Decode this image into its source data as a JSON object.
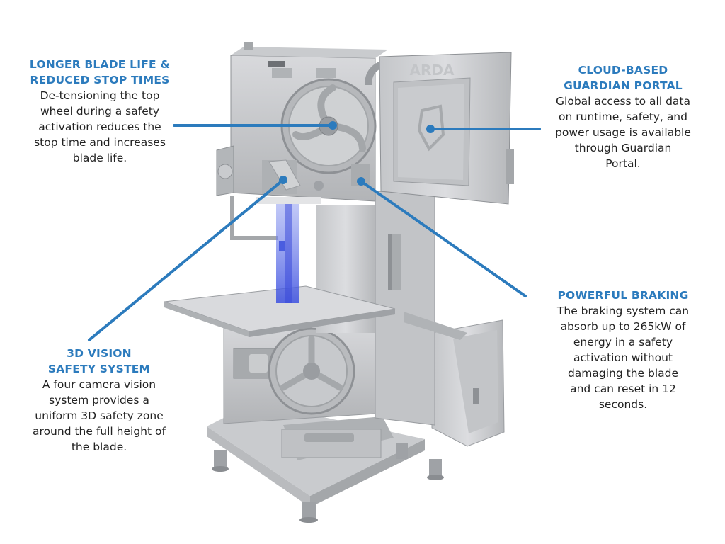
{
  "callouts": {
    "blade_life": {
      "title_line1": "LONGER BLADE LIFE &",
      "title_line2": "REDUCED STOP TIMES",
      "body": [
        "De-tensioning the top",
        "wheel during a safety",
        "activation reduces the",
        "stop time and increases",
        "blade life."
      ]
    },
    "guardian_portal": {
      "title_line1": "CLOUD-BASED",
      "title_line2": "GUARDIAN PORTAL",
      "body": [
        "Global access to all data",
        "on runtime, safety, and",
        "power usage is available",
        "through Guardian",
        "Portal."
      ]
    },
    "braking": {
      "title_line1": "POWERFUL BRAKING",
      "body": [
        "The braking system can",
        "absorb up to 265kW of",
        "energy in a safety",
        "activation without",
        "damaging the blade",
        "and can reset in 12",
        "seconds."
      ]
    },
    "vision": {
      "title_line1": "3D VISION",
      "title_line2": "SAFETY SYSTEM",
      "body": [
        "A four camera vision",
        "system provides a",
        "uniform 3D safety zone",
        "around the full height of",
        "the blade."
      ]
    }
  },
  "machine": {
    "door_lettering": "ARDA"
  },
  "colors": {
    "accent": "#2c7bbd",
    "text": "#222222",
    "steel_light": "#d2d3d5",
    "steel_mid": "#b4b6b9",
    "steel_dark": "#8e9195",
    "vision_zone": "#4a5de0"
  }
}
